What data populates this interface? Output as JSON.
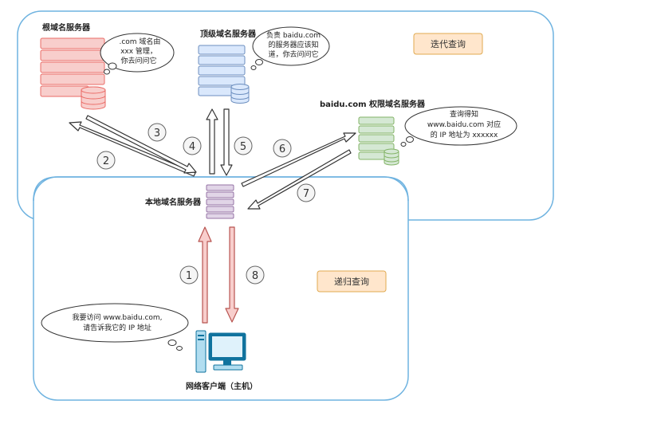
{
  "regions": {
    "iterative_label": "迭代查询",
    "recursive_label": "递归查询"
  },
  "servers": {
    "root": {
      "label": "根域名服务器",
      "color": "#ea6b66",
      "fill": "#f8cecc"
    },
    "tld": {
      "label": "顶级域名服务器",
      "color": "#6c8ebf",
      "fill": "#dae8fc"
    },
    "authoritative": {
      "label": "baidu.com 权限域名服务器",
      "color": "#82b366",
      "fill": "#d5e8d4"
    },
    "local": {
      "label": "本地域名服务器",
      "color": "#9673a6",
      "fill": "#e1d5e7"
    }
  },
  "client": {
    "label": "网络客户端（主机）",
    "color": "#10739e"
  },
  "bubbles": {
    "root": [
      " .com 域名由",
      "xxx 管理，",
      "你去问问它"
    ],
    "tld": [
      "负责 baidu.com",
      "的服务器应该知",
      "道，你去问问它"
    ],
    "authoritative": [
      "查询得知",
      "www.baidu.com 对应",
      "的 IP 地址为 xxxxxx"
    ],
    "client": [
      "我要访问 www.baidu.com,",
      "请告诉我它的 IP 地址"
    ]
  },
  "steps": [
    "1",
    "2",
    "3",
    "4",
    "5",
    "6",
    "7",
    "8"
  ],
  "colors": {
    "region_border": "#6fb3e0",
    "tag_fill": "#ffe6cc",
    "tag_border": "#e0a94f",
    "arrow_normal": "#ffffff",
    "arrow_outline": "#333333",
    "arrow_red_fill": "#f8cecc",
    "arrow_red_outline": "#b85450"
  }
}
